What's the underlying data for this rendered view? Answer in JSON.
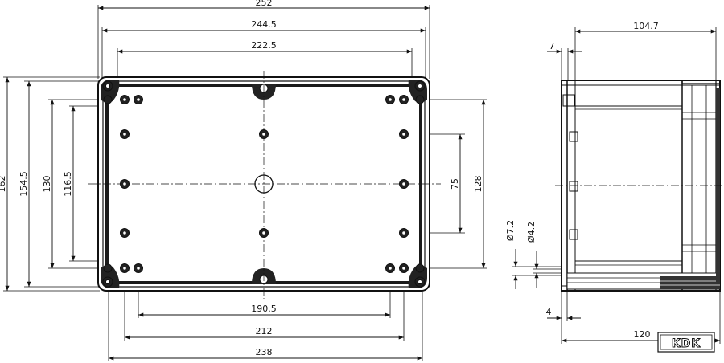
{
  "front_view": {
    "width_labels": {
      "overall": "252",
      "lid": "244.5",
      "inner": "222.5",
      "mount_a": "190.5",
      "mount_b": "212",
      "base": "238"
    },
    "height_labels": {
      "overall": "162",
      "lid": "154.5",
      "inner_a": "130",
      "inner_b": "116.5",
      "mount_a": "75",
      "mount_b": "128"
    }
  },
  "side_view": {
    "labels": {
      "depth_top": "104.7",
      "wall": "7",
      "hole_outer": "Ø7.2",
      "hole_inner": "Ø4.2",
      "base_offset": "4",
      "depth_bottom": "120"
    }
  },
  "logo": {
    "text": "KDK"
  }
}
